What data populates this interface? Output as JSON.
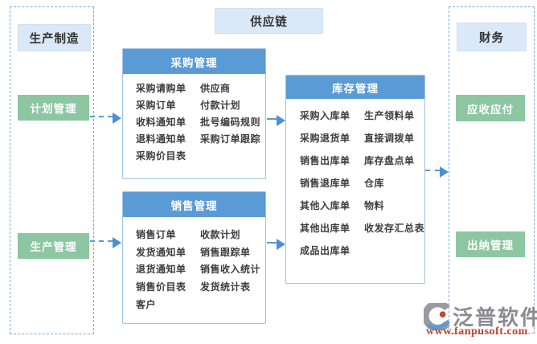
{
  "title": "供应链",
  "left_panel": {
    "label": "生产制造",
    "buttons": [
      "计划管理",
      "生产管理"
    ]
  },
  "right_panel": {
    "label": "财务",
    "buttons": [
      "应收应付",
      "出纳管理"
    ]
  },
  "modules": {
    "purchase": {
      "title": "采购管理",
      "left": [
        "采购请购单",
        "采购订单",
        "收料通知单",
        "退料通知单",
        "采购价目表"
      ],
      "right": [
        "供应商",
        "付款计划",
        "批号编码规则",
        "采购订单跟踪"
      ]
    },
    "sales": {
      "title": "销售管理",
      "left": [
        "销售订单",
        "发货通知单",
        "退货通知单",
        "销售价目表",
        "客户"
      ],
      "right": [
        "收款计划",
        "销售跟踪单",
        "销售收入统计",
        "发货统计表"
      ]
    },
    "inventory": {
      "title": "库存管理",
      "left": [
        "采购入库单",
        "采购退货单",
        "销售出库单",
        "销售退库单",
        "其他入库单",
        "其他出库单",
        "成品出库单"
      ],
      "right": [
        "生产领料单",
        "直接调拨单",
        "库存盘点单",
        "仓库",
        "物料",
        "收发存汇总表"
      ]
    }
  },
  "logo": {
    "name": "泛普软件",
    "url": "www.fanpusoft.com"
  },
  "colors": {
    "header_blue": "#5b9bd5",
    "light_blue": "#dbe8f7",
    "green": "#8cc7a1",
    "box_border": "#9dc3e6",
    "arrow": "#5b9bd5",
    "logo_gray": "#8b8b93",
    "logo_red": "#c2472e"
  }
}
